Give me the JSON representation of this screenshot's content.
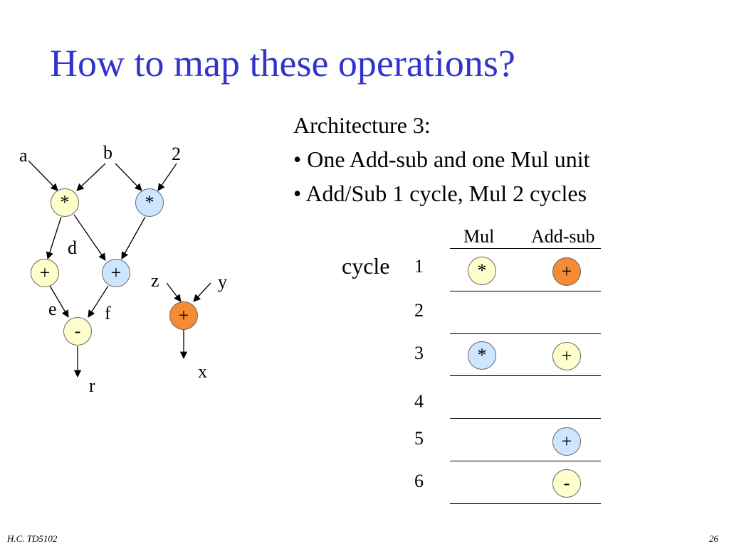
{
  "title": "How to map these operations?",
  "architecture": {
    "heading": "Architecture 3:",
    "bullets": [
      "• One Add-sub and one Mul unit",
      "• Add/Sub 1 cycle, Mul 2 cycles"
    ]
  },
  "colors": {
    "yellow": "#ffffcc",
    "blue": "#cce6ff",
    "orange": "#f58c34",
    "title": "#3333cc"
  },
  "dag": {
    "inputs": {
      "a": "a",
      "b": "b",
      "two": "2",
      "z": "z",
      "y": "y"
    },
    "edge_labels": {
      "d": "d",
      "e": "e",
      "f": "f"
    },
    "outputs": {
      "r": "r",
      "x": "x"
    },
    "nodes": {
      "mul1": {
        "op": "*",
        "color": "yellow"
      },
      "mul2": {
        "op": "*",
        "color": "blue"
      },
      "add1": {
        "op": "+",
        "color": "yellow"
      },
      "add2": {
        "op": "+",
        "color": "blue"
      },
      "sub1": {
        "op": "-",
        "color": "yellow"
      },
      "add3": {
        "op": "+",
        "color": "orange"
      }
    }
  },
  "schedule": {
    "cycle_label": "cycle",
    "columns": [
      "Mul",
      "Add-sub"
    ],
    "cycles": [
      "1",
      "2",
      "3",
      "4",
      "5",
      "6"
    ],
    "ops": {
      "c1_mul": "*",
      "c1_add": "+",
      "c3_mul": "*",
      "c3_add": "+",
      "c5_add": "+",
      "c6_add": "-"
    }
  },
  "footer": {
    "left": "H.C.   TD5102",
    "page": "26"
  }
}
